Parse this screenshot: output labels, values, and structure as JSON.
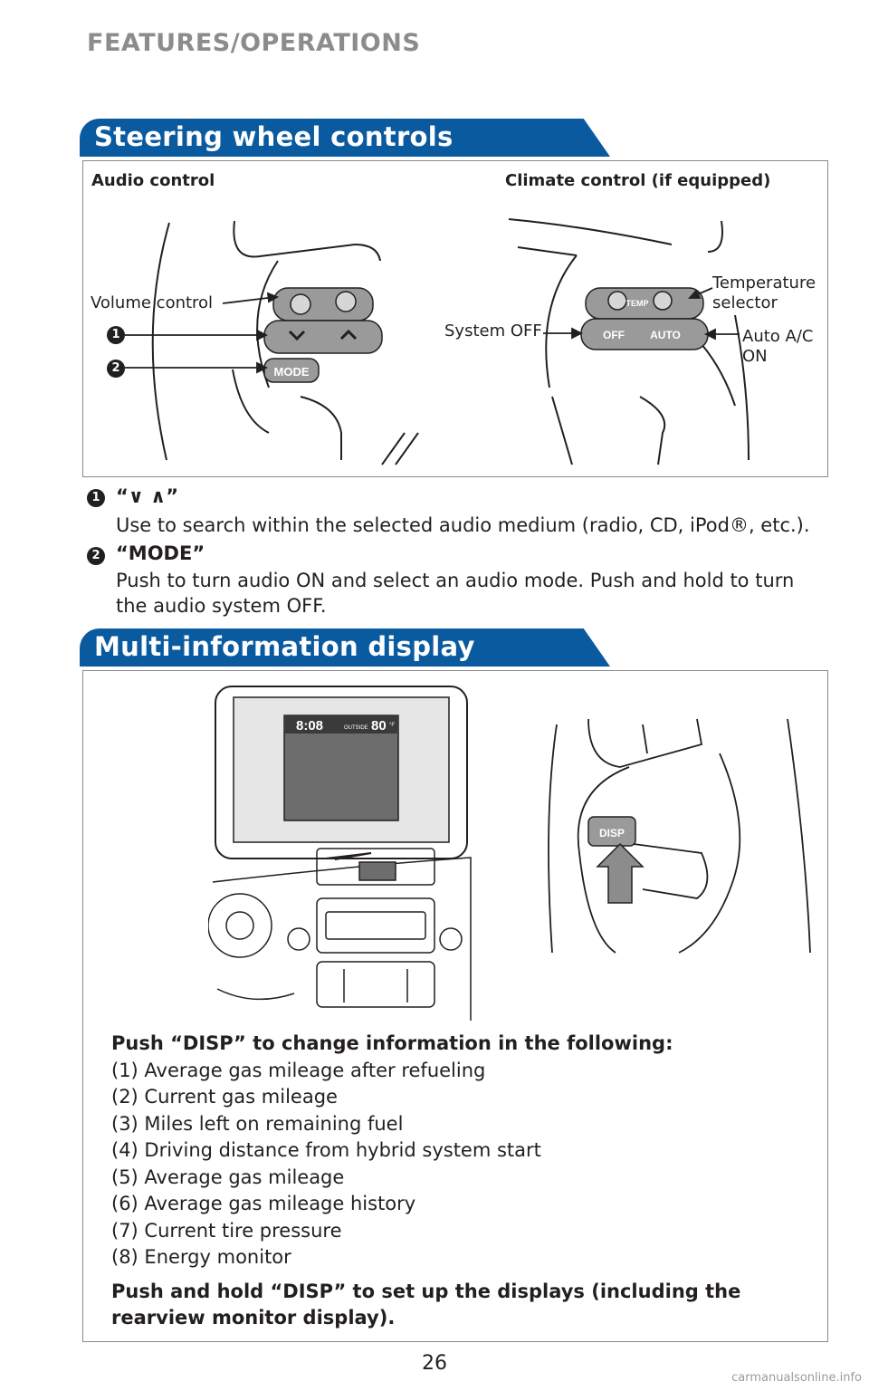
{
  "header": {
    "title": "FEATURES/OPERATIONS"
  },
  "section1": {
    "title": "Steering wheel controls",
    "audio_heading": "Audio control",
    "climate_heading": "Climate control (if equipped)",
    "callouts": {
      "volume": "Volume control",
      "temperature_line1": "Temperature",
      "temperature_line2": "selector",
      "system_off": "System OFF",
      "auto_line1": "Auto A/C",
      "auto_line2": "ON"
    },
    "button_labels": {
      "mode": "MODE",
      "temp": "TEMP",
      "off": "OFF",
      "auto": "AUTO"
    },
    "markers": [
      "1",
      "2"
    ],
    "items": [
      {
        "title": "“∨ ∧”",
        "text": "Use to search within the selected audio medium (radio, CD, iPod®, etc.)."
      },
      {
        "title": "“MODE”",
        "text_line1": "Push to turn audio ON and select an audio mode. Push and hold to turn",
        "text_line2": "the audio system OFF."
      }
    ]
  },
  "section2": {
    "title": "Multi-information display",
    "display": {
      "time": "8:08",
      "outside_label": "OUTSIDE",
      "temp": "80",
      "unit": "°F"
    },
    "disp_button": "DISP",
    "intro": "Push “DISP” to change information in the following:",
    "list": [
      "(1) Average gas mileage after refueling",
      "(2) Current gas mileage",
      "(3) Miles left on remaining fuel",
      "(4) Driving distance from hybrid system start",
      "(5) Average gas mileage",
      "(6) Average gas mileage history",
      "(7) Current tire pressure",
      "(8) Energy monitor"
    ],
    "footer_line1": "Push and hold “DISP” to set up the displays (including the",
    "footer_line2": "rearview monitor display)."
  },
  "page_number": "26",
  "watermark": "carmanualsonline.info"
}
